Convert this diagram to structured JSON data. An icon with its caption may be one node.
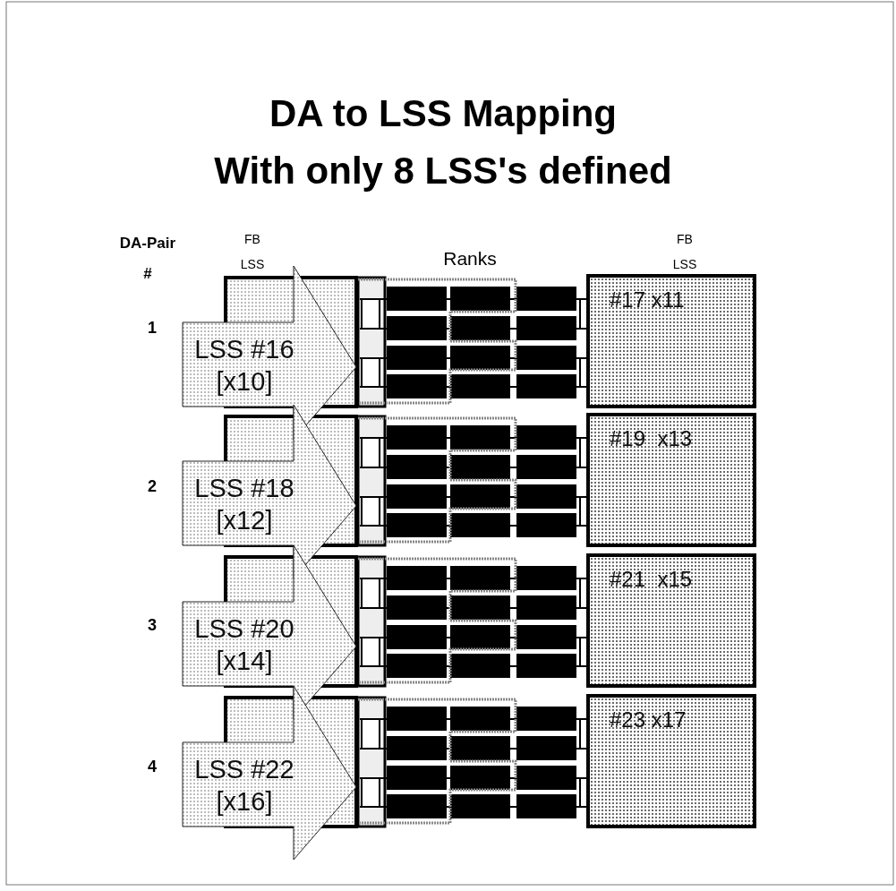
{
  "diagram": {
    "title": "DA to LSS Mapping With only 8 LSS's defined",
    "nodes": [
      {
        "text": [
          "LSS #16 [x10]"
        ]
      },
      {
        "text": [
          "#17 x11"
        ]
      },
      {
        "text": [
          "LSS #18 [x12]"
        ]
      },
      {
        "text": [
          "#19  x13"
        ]
      },
      {
        "text": [
          "LSS #20 [x14]"
        ]
      },
      {
        "text": [
          "#21  x15"
        ]
      },
      {
        "text": [
          "LSS #22 [x16]"
        ]
      },
      {
        "text": [
          "#23 x17"
        ]
      }
    ],
    "labels": [
      "DA-Pair #",
      "FB LSS",
      "Ranks",
      "FB LSS",
      "1",
      "2",
      "3",
      "4"
    ]
  }
}
